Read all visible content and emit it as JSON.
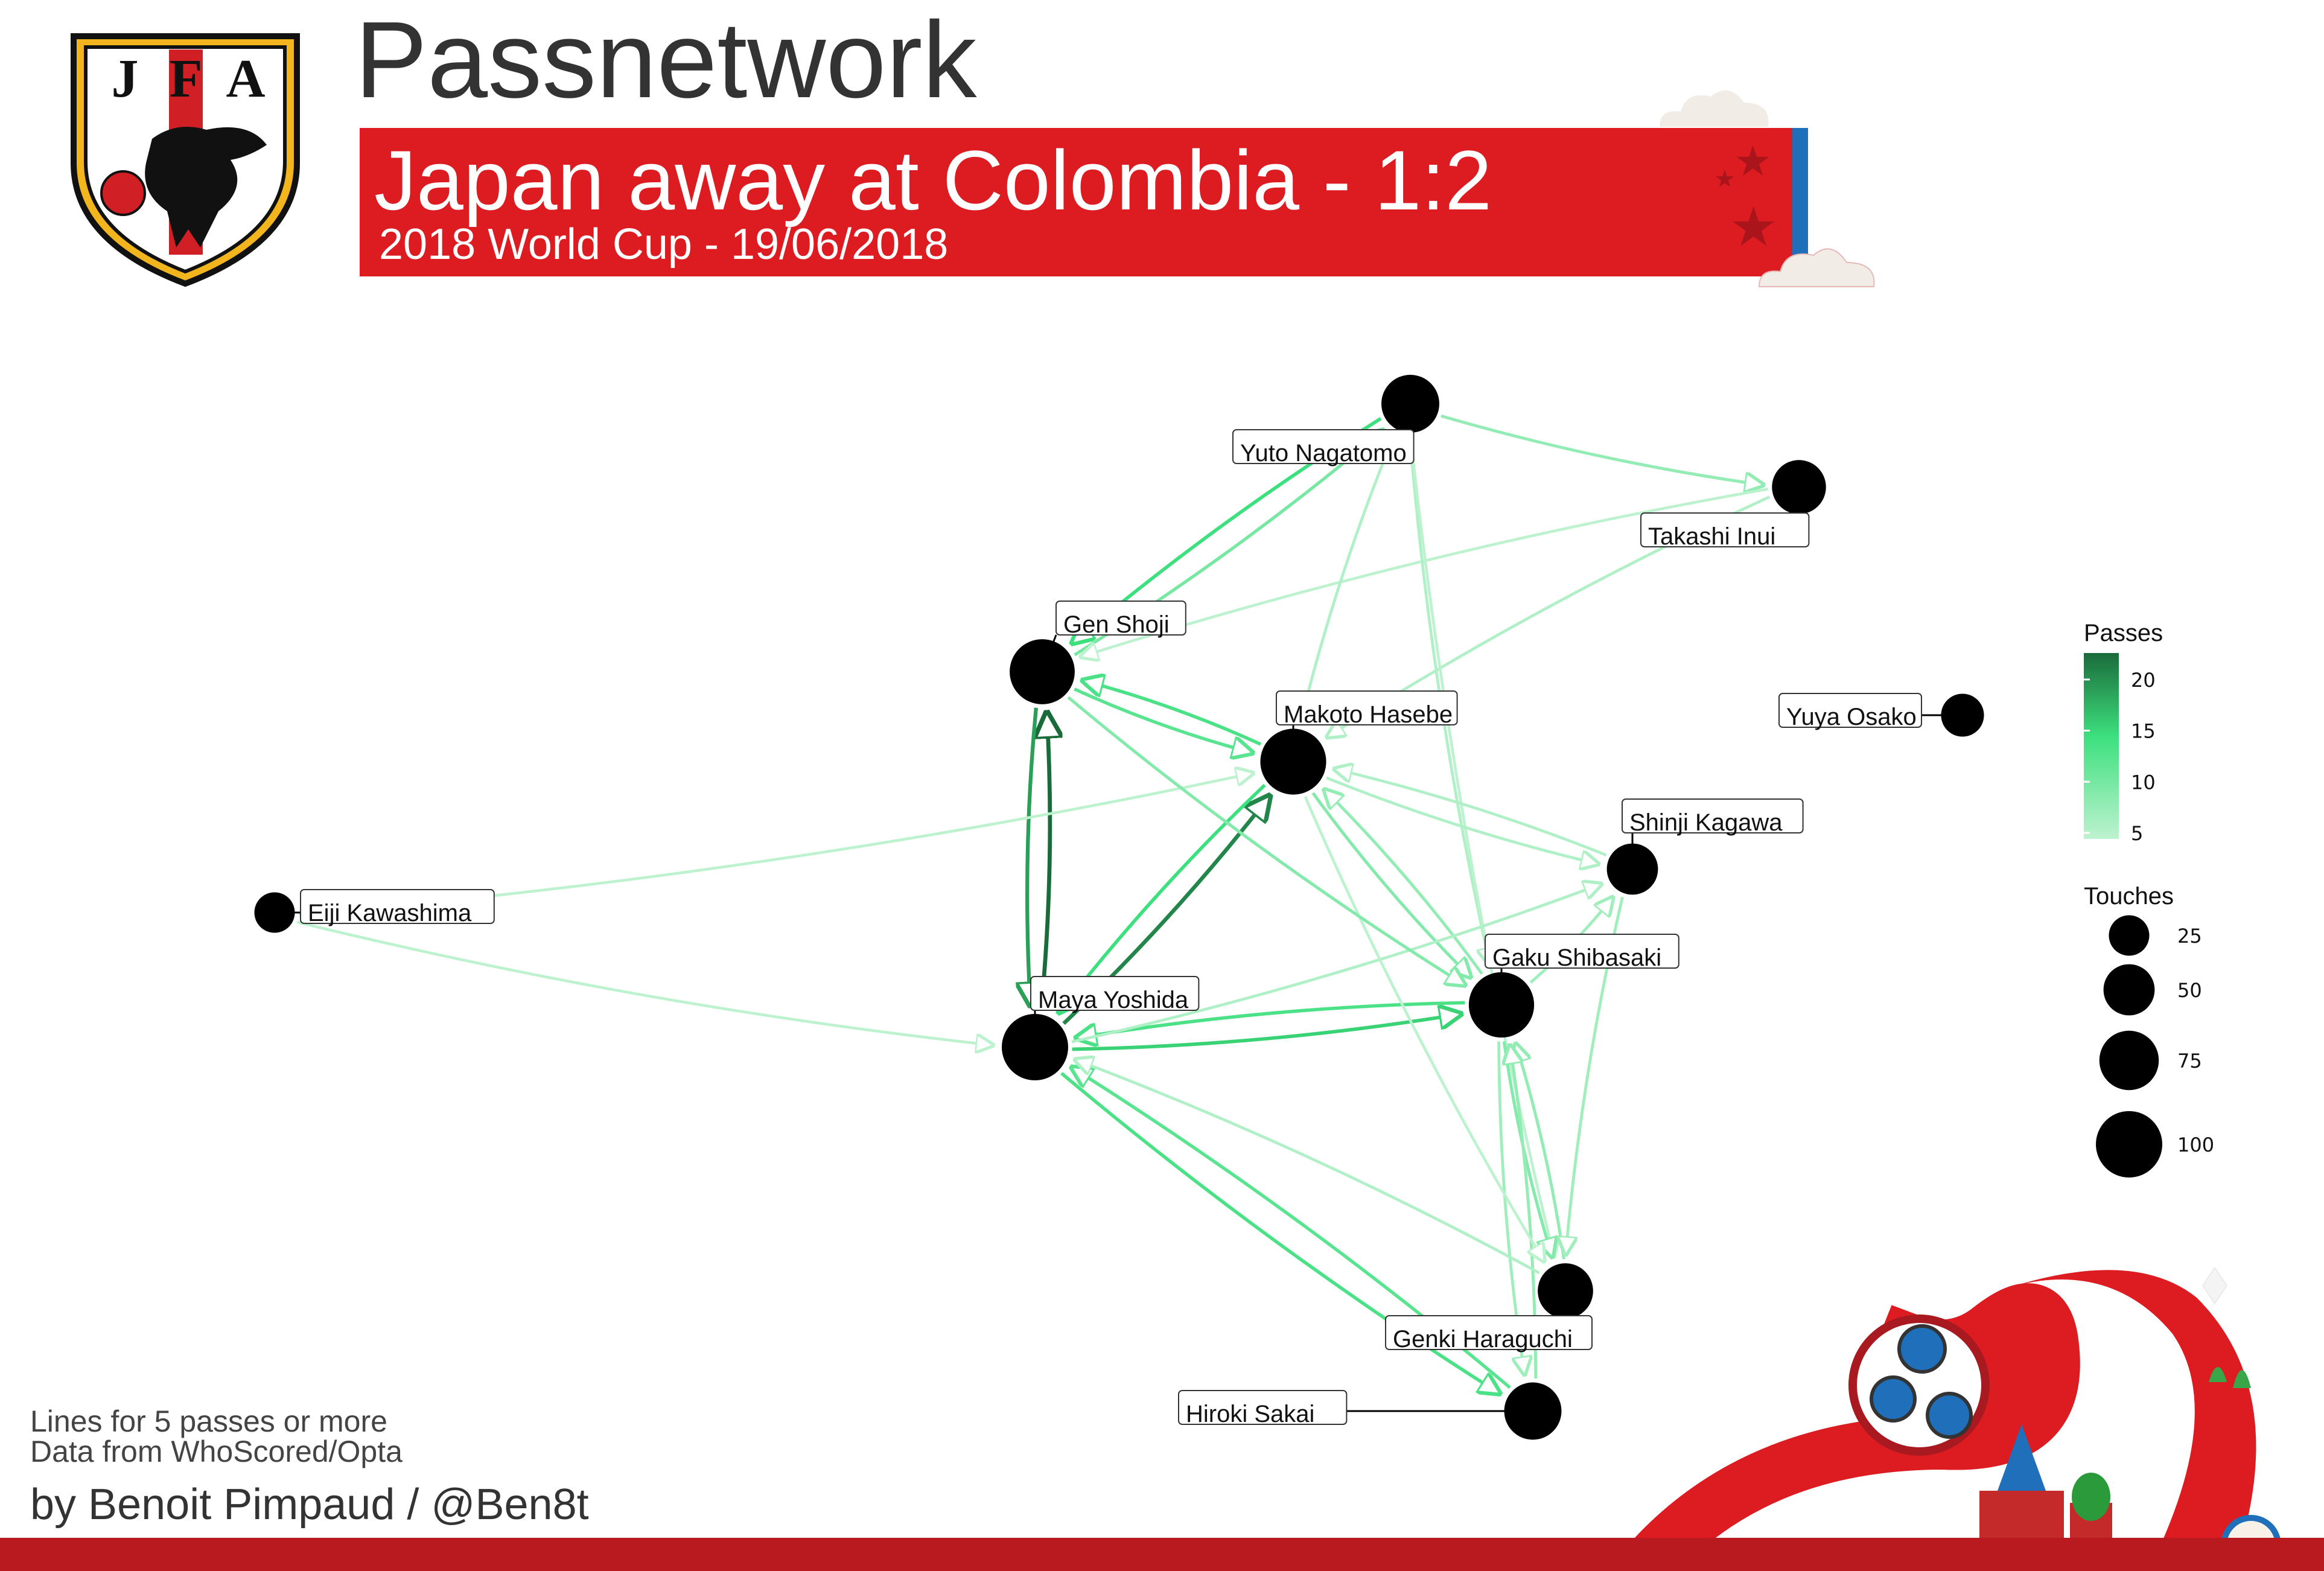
{
  "title": "Passnetwork",
  "subtitle": "Japan away at Colombia - 1:2",
  "subsubtitle": "2018 World Cup - 19/06/2018",
  "logo_text": [
    "J",
    "F",
    "A"
  ],
  "footnote_lines": "Lines for 5 passes or more",
  "footnote_source": "Data from WhoScored/Opta",
  "credit": "by Benoit Pimpaud / @Ben8t",
  "colors": {
    "banner": "#dd1c22",
    "banner_stripe": "#1f6fba",
    "node": "#000000",
    "edge_low": "#bdf2cf",
    "edge_mid": "#3de07e",
    "edge_high": "#1a6b3a",
    "bottom_bar": "#b81a20"
  },
  "chart_data": {
    "type": "network",
    "nodes": [
      {
        "id": "kawashima",
        "name": "Eiji Kawashima",
        "touches": 25
      },
      {
        "id": "yoshida",
        "name": "Maya Yoshida",
        "touches": 100
      },
      {
        "id": "shoji",
        "name": "Gen Shoji",
        "touches": 95
      },
      {
        "id": "hasebe",
        "name": "Makoto Hasebe",
        "touches": 98
      },
      {
        "id": "shibasaki",
        "name": "Gaku Shibasaki",
        "touches": 96
      },
      {
        "id": "nagatomo",
        "name": "Yuto Nagatomo",
        "touches": 70
      },
      {
        "id": "inui",
        "name": "Takashi Inui",
        "touches": 58
      },
      {
        "id": "kagawa",
        "name": "Shinji Kagawa",
        "touches": 50
      },
      {
        "id": "haraguchi",
        "name": "Genki Haraguchi",
        "touches": 62
      },
      {
        "id": "sakai",
        "name": "Hiroki Sakai",
        "touches": 68
      },
      {
        "id": "osako",
        "name": "Yuya Osako",
        "touches": 30
      }
    ],
    "edges": [
      {
        "source": "yoshida",
        "target": "shoji",
        "passes": 23
      },
      {
        "source": "shoji",
        "target": "yoshida",
        "passes": 19
      },
      {
        "source": "yoshida",
        "target": "hasebe",
        "passes": 21
      },
      {
        "source": "hasebe",
        "target": "yoshida",
        "passes": 14
      },
      {
        "source": "yoshida",
        "target": "shibasaki",
        "passes": 15
      },
      {
        "source": "shibasaki",
        "target": "yoshida",
        "passes": 13
      },
      {
        "source": "shoji",
        "target": "hasebe",
        "passes": 12
      },
      {
        "source": "hasebe",
        "target": "shoji",
        "passes": 13
      },
      {
        "source": "shoji",
        "target": "nagatomo",
        "passes": 10
      },
      {
        "source": "nagatomo",
        "target": "shoji",
        "passes": 14
      },
      {
        "source": "nagatomo",
        "target": "inui",
        "passes": 8
      },
      {
        "source": "inui",
        "target": "shoji",
        "passes": 5
      },
      {
        "source": "inui",
        "target": "hasebe",
        "passes": 6
      },
      {
        "source": "nagatomo",
        "target": "hasebe",
        "passes": 6
      },
      {
        "source": "nagatomo",
        "target": "shibasaki",
        "passes": 6
      },
      {
        "source": "nagatomo",
        "target": "haraguchi",
        "passes": 5
      },
      {
        "source": "kawashima",
        "target": "hasebe",
        "passes": 5
      },
      {
        "source": "kawashima",
        "target": "yoshida",
        "passes": 5
      },
      {
        "source": "hasebe",
        "target": "kagawa",
        "passes": 6
      },
      {
        "source": "kagawa",
        "target": "hasebe",
        "passes": 6
      },
      {
        "source": "hasebe",
        "target": "shibasaki",
        "passes": 9
      },
      {
        "source": "shibasaki",
        "target": "hasebe",
        "passes": 8
      },
      {
        "source": "shibasaki",
        "target": "kagawa",
        "passes": 7
      },
      {
        "source": "yoshida",
        "target": "kagawa",
        "passes": 6
      },
      {
        "source": "shibasaki",
        "target": "haraguchi",
        "passes": 9
      },
      {
        "source": "haraguchi",
        "target": "shibasaki",
        "passes": 8
      },
      {
        "source": "shibasaki",
        "target": "sakai",
        "passes": 7
      },
      {
        "source": "sakai",
        "target": "shibasaki",
        "passes": 8
      },
      {
        "source": "yoshida",
        "target": "sakai",
        "passes": 13
      },
      {
        "source": "sakai",
        "target": "yoshida",
        "passes": 12
      },
      {
        "source": "haraguchi",
        "target": "yoshida",
        "passes": 6
      },
      {
        "source": "hasebe",
        "target": "haraguchi",
        "passes": 5
      },
      {
        "source": "kagawa",
        "target": "haraguchi",
        "passes": 7
      },
      {
        "source": "shoji",
        "target": "shibasaki",
        "passes": 9
      }
    ],
    "legend_passes": {
      "title": "Passes",
      "ticks": [
        20,
        15,
        10,
        5
      ]
    },
    "legend_touches": {
      "title": "Touches",
      "values": [
        25,
        50,
        75,
        100
      ]
    }
  }
}
